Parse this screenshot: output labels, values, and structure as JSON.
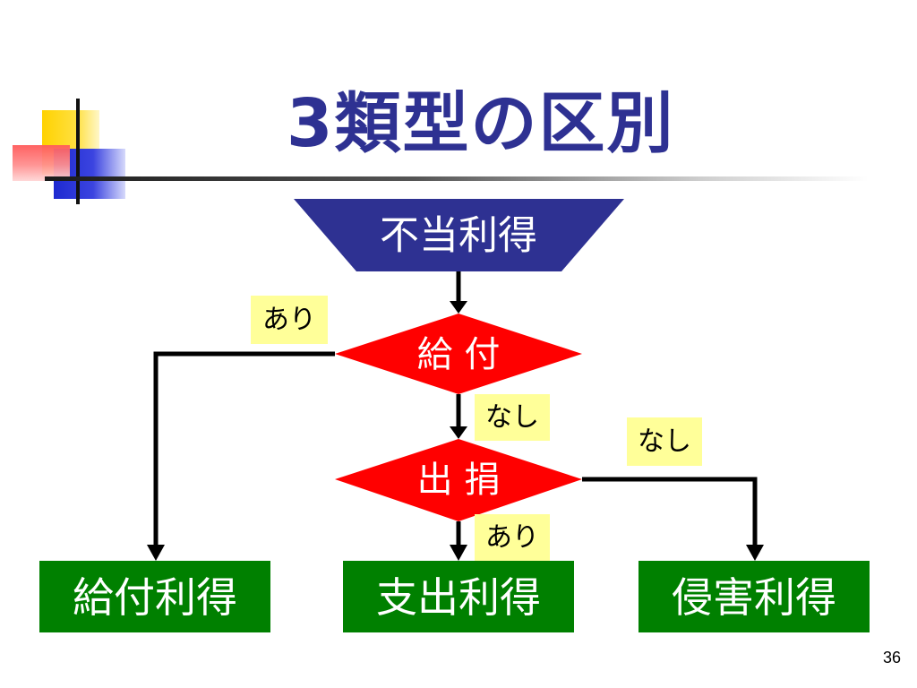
{
  "slide": {
    "title": "3類型の区別",
    "page_number": "36"
  },
  "nodes": {
    "start": {
      "label": "不当利得",
      "color": "#2e3192"
    },
    "decision_kyufu": {
      "label": "給 付",
      "color": "#ff0000"
    },
    "decision_shusson": {
      "label": "出 捐",
      "color": "#ff0000"
    },
    "result_kyufu": {
      "label": "給付利得",
      "color": "#008000"
    },
    "result_shishutsu": {
      "label": "支出利得",
      "color": "#008000"
    },
    "result_shingai": {
      "label": "侵害利得",
      "color": "#008000"
    }
  },
  "edge_labels": {
    "kyufu_yes": "あり",
    "kyufu_no": "なし",
    "shusson_no": "なし",
    "shusson_yes": "あり"
  },
  "colors": {
    "title": "#2e3192",
    "label_bg": "#ffff99"
  }
}
